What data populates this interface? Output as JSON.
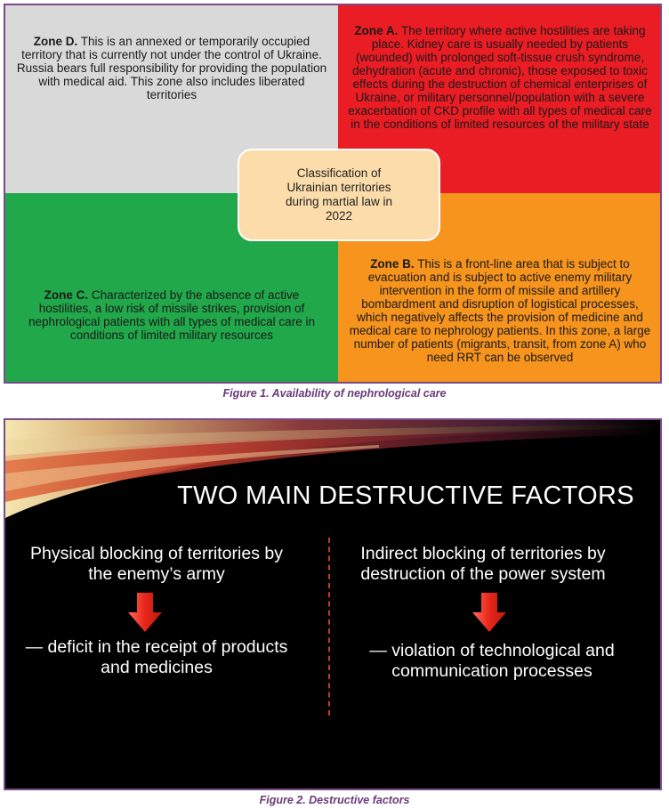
{
  "figure1": {
    "zoneD": {
      "title": "Zone D.",
      "text": " This is an annexed or temporarily occupied territory that is currently not under the control of Ukraine. Russia bears full responsibility for providing the population with medical aid. This zone also includes liberated territories",
      "color": "#d9d9d9"
    },
    "zoneA": {
      "title": "Zone A.",
      "text": " The territory where active hostilities are taking place. Kidney care is usually needed by patients (wounded) with prolonged soft-tissue crush syndrome, dehydration (acute and chronic), those exposed to toxic effects during the destruction of chemical enterprises of Ukraine, or military personnel/population with a severe exacerbation of CKD profile with all types of medical care in the conditions of limited resources of the military state",
      "color": "#ea1c24"
    },
    "zoneC": {
      "title": "Zone C.",
      "text": " Characterized by the absence of active hostilities, a low risk of missile strikes, provision of nephrological patients with all types of medical care in conditions of limited military resources",
      "color": "#21a84a"
    },
    "zoneB": {
      "title": "Zone B.",
      "text": " This is a front-line area that is subject to evacuation and is subject to active enemy military intervention in the form of missile and artillery bombardment and disruption of logistical processes, which negatively affects the provision of medicine and medical care to nephrology patients. In this zone, a large number of patients (migrants, transit, from zone A) who need RRT can be observed",
      "color": "#f7941d"
    },
    "center": "Classification of Ukrainian territories during martial law in 2022",
    "caption": "Figure 1. Availability of nephrological care"
  },
  "figure2": {
    "title": "TWO MAIN DESTRUCTIVE FACTORS",
    "left_heading": "Physical blocking of territories by the enemy’s army",
    "left_result": "— deficit in the receipt of products and medicines",
    "right_heading": "Indirect blocking of territories by destruction of the power system",
    "right_result": "— violation of technological and communication processes",
    "arrow_icon": "down-arrow-icon",
    "caption": "Figure 2. Destructive factors"
  }
}
